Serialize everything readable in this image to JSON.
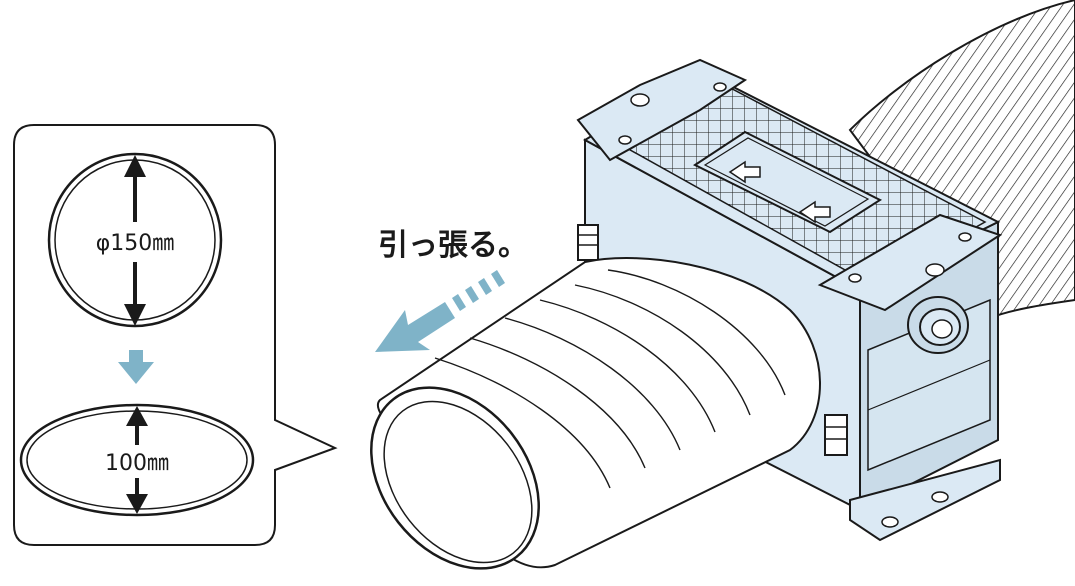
{
  "callout": {
    "round_size": "φ150㎜",
    "oval_size": "100㎜"
  },
  "instruction": "引っ張る。",
  "colors": {
    "unit_fill": "#dbe9f4",
    "arrow_blue": "#7fb3c8",
    "outline": "#1a1a1a",
    "duct_fill": "#ffffff"
  },
  "icons": {
    "pull_arrow": "pull-direction-arrow-icon",
    "reshape_arrow": "down-arrow-icon"
  }
}
